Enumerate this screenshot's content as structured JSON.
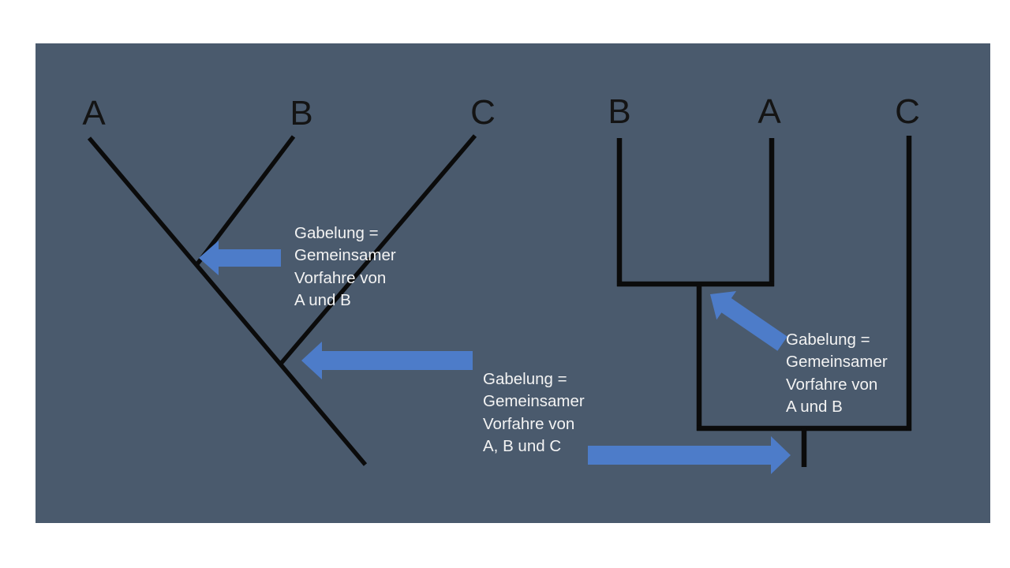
{
  "colors": {
    "page_background": "#ffffff",
    "slide_background": "#4a5a6d",
    "tree_line": "#0b0b0b",
    "label_text": "#141414",
    "annotation_text": "#f3f3f3",
    "arrow_fill": "#4d7cc9"
  },
  "left_tree": {
    "style": "diagonal cladogram",
    "taxa": [
      "A",
      "B",
      "C"
    ]
  },
  "right_tree": {
    "style": "rectangular cladogram",
    "taxa": [
      "B",
      "A",
      "C"
    ]
  },
  "annotations": {
    "left_ab_fork": {
      "lines": [
        "Gabelung =",
        "Gemeinsamer",
        "Vorfahre von",
        "A und B"
      ]
    },
    "left_abc_fork": {
      "lines": [
        "Gabelung =",
        "Gemeinsamer",
        "Vorfahre von",
        "A, B und C"
      ]
    },
    "right_ab_fork": {
      "lines": [
        "Gabelung =",
        "Gemeinsamer",
        "Vorfahre von",
        "A und B"
      ]
    }
  }
}
